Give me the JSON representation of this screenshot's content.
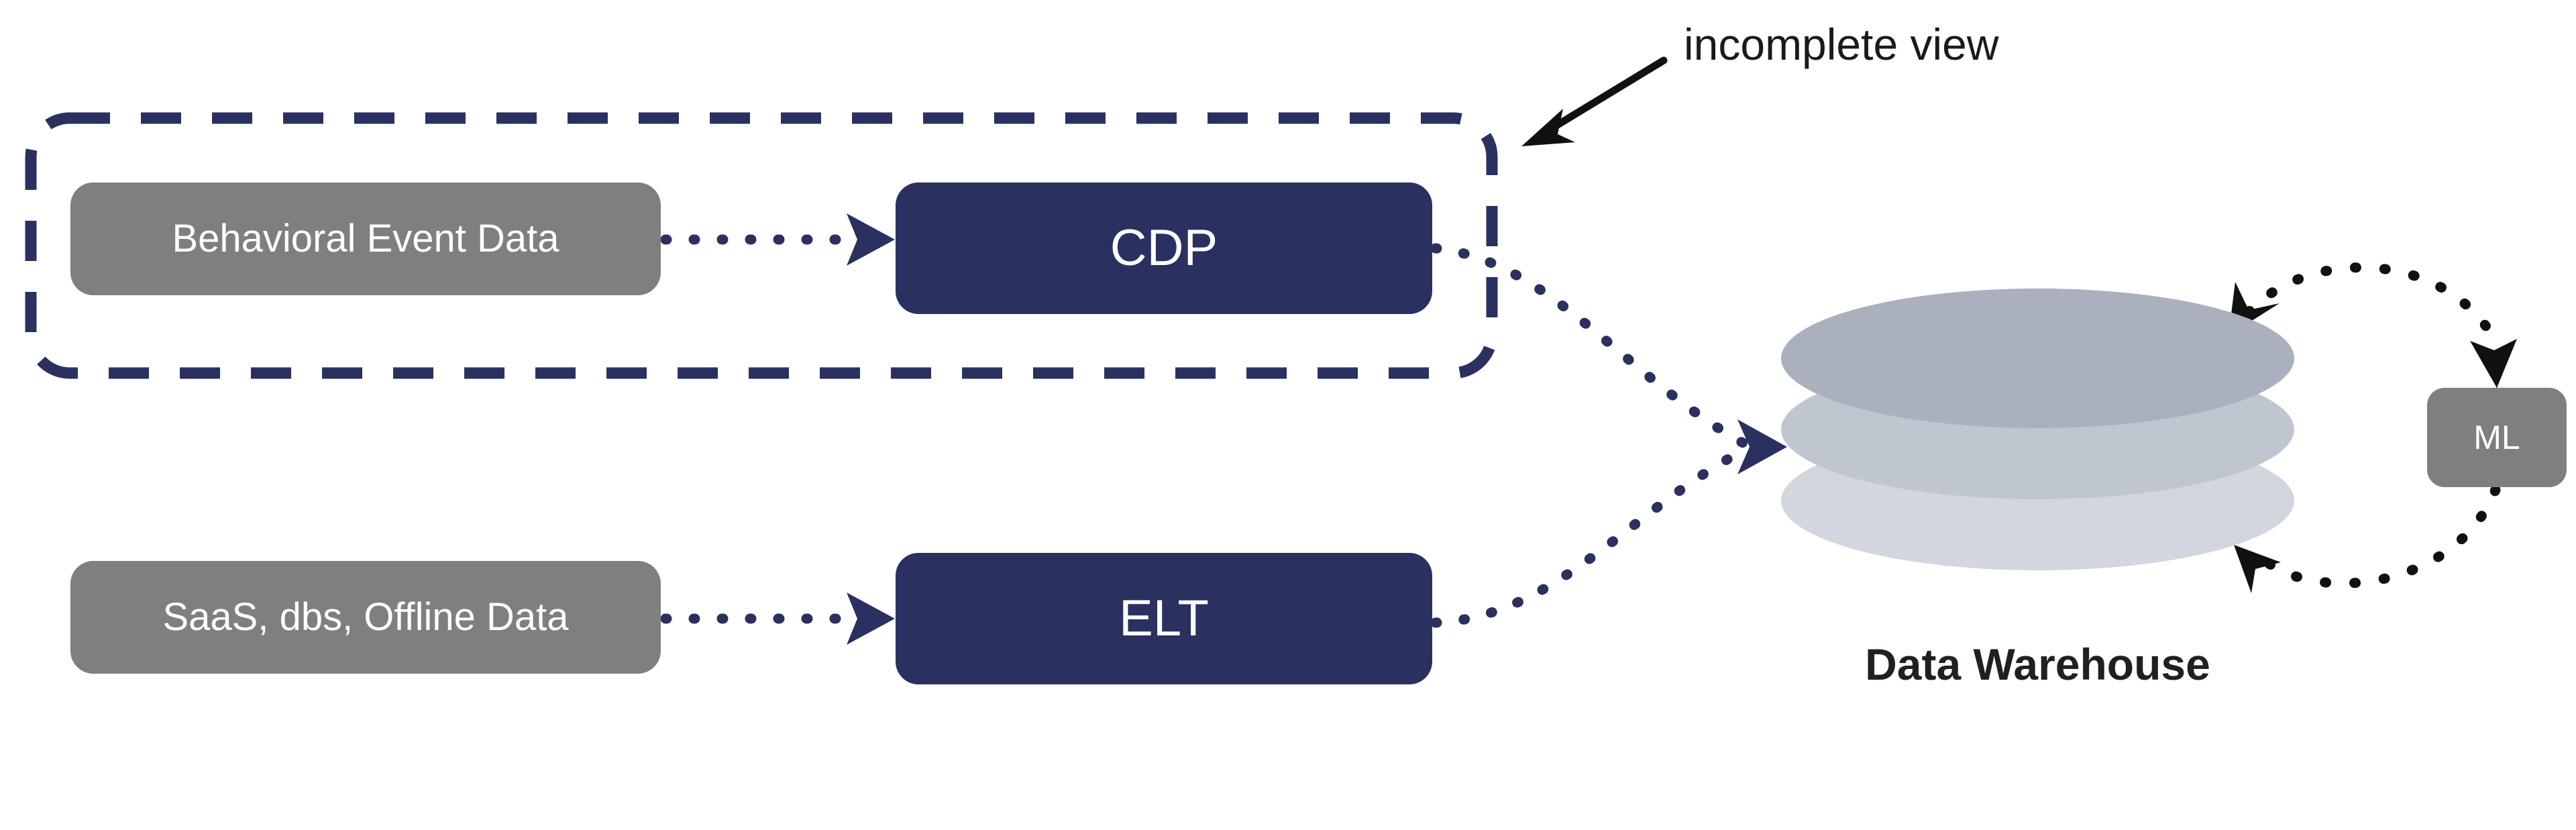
{
  "diagram": {
    "title": "incomplete view",
    "annotation": {
      "label": "incomplete view",
      "pointer_icon": "arrow-down-left-icon",
      "color": "#1a1a1a"
    },
    "boundary": {
      "name": "incomplete-view-boundary",
      "style": "dashed",
      "color": "#2a3060"
    },
    "sources": [
      {
        "id": "behavioral",
        "label": "Behavioral Event Data",
        "color": "#7f7f7f",
        "text_color": "#ffffff"
      },
      {
        "id": "saas",
        "label": "SaaS, dbs, Offline Data",
        "color": "#7f7f7f",
        "text_color": "#ffffff"
      }
    ],
    "processors": [
      {
        "id": "cdp",
        "label": "CDP",
        "color": "#2a3060",
        "text_color": "#ffffff"
      },
      {
        "id": "elt",
        "label": "ELT",
        "color": "#2a3060",
        "text_color": "#ffffff"
      }
    ],
    "warehouse": {
      "label": "Data Warehouse",
      "label_color": "#231f20",
      "layers": [
        {
          "name": "top-disc",
          "color": "#aab0bd"
        },
        {
          "name": "middle-disc",
          "color": "#bfc6d0"
        },
        {
          "name": "bottom-disc",
          "color": "#d2d6de"
        }
      ]
    },
    "ml": {
      "label": "ML",
      "color": "#7f7f7f",
      "text_color": "#ffffff"
    },
    "edges": [
      {
        "from": "behavioral",
        "to": "cdp",
        "style": "dotted",
        "color": "#2a3060",
        "arrow": "end"
      },
      {
        "from": "saas",
        "to": "elt",
        "style": "dotted",
        "color": "#2a3060",
        "arrow": "end"
      },
      {
        "from": "cdp",
        "to": "warehouse",
        "style": "dotted",
        "color": "#2a3060",
        "arrow": "end"
      },
      {
        "from": "elt",
        "to": "warehouse",
        "style": "dotted",
        "color": "#2a3060",
        "arrow": "end"
      },
      {
        "from": "warehouse",
        "to": "ml",
        "style": "dotted",
        "color": "#111111",
        "arrow": "both"
      },
      {
        "from": "ml",
        "to": "warehouse",
        "style": "dotted",
        "color": "#111111",
        "arrow": "both"
      }
    ]
  }
}
